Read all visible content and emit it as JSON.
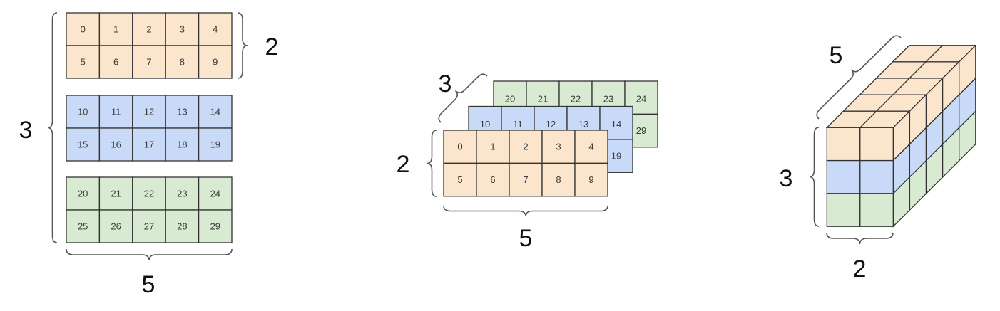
{
  "colors": {
    "layer0": "#fce5cd",
    "layer1": "#c9daf8",
    "layer2": "#d9ead3",
    "line": "#333333"
  },
  "left_diagram": {
    "layers": [
      [
        [
          0,
          1,
          2,
          3,
          4
        ],
        [
          5,
          6,
          7,
          8,
          9
        ]
      ],
      [
        [
          10,
          11,
          12,
          13,
          14
        ],
        [
          15,
          16,
          17,
          18,
          19
        ]
      ],
      [
        [
          20,
          21,
          22,
          23,
          24
        ],
        [
          25,
          26,
          27,
          28,
          29
        ]
      ]
    ],
    "label_depth": "3",
    "label_rows": "2",
    "label_cols": "5"
  },
  "middle_diagram": {
    "layers": [
      [
        [
          0,
          1,
          2,
          3,
          4
        ],
        [
          5,
          6,
          7,
          8,
          9
        ]
      ],
      [
        [
          10,
          11,
          12,
          13,
          14
        ],
        [
          null,
          null,
          null,
          null,
          19
        ]
      ],
      [
        [
          20,
          21,
          22,
          23,
          24
        ],
        [
          null,
          null,
          null,
          null,
          29
        ]
      ]
    ],
    "label_depth": "3",
    "label_rows": "2",
    "label_cols": "5"
  },
  "right_diagram": {
    "label_depth": "5",
    "label_rows": "3",
    "label_cols": "2"
  }
}
